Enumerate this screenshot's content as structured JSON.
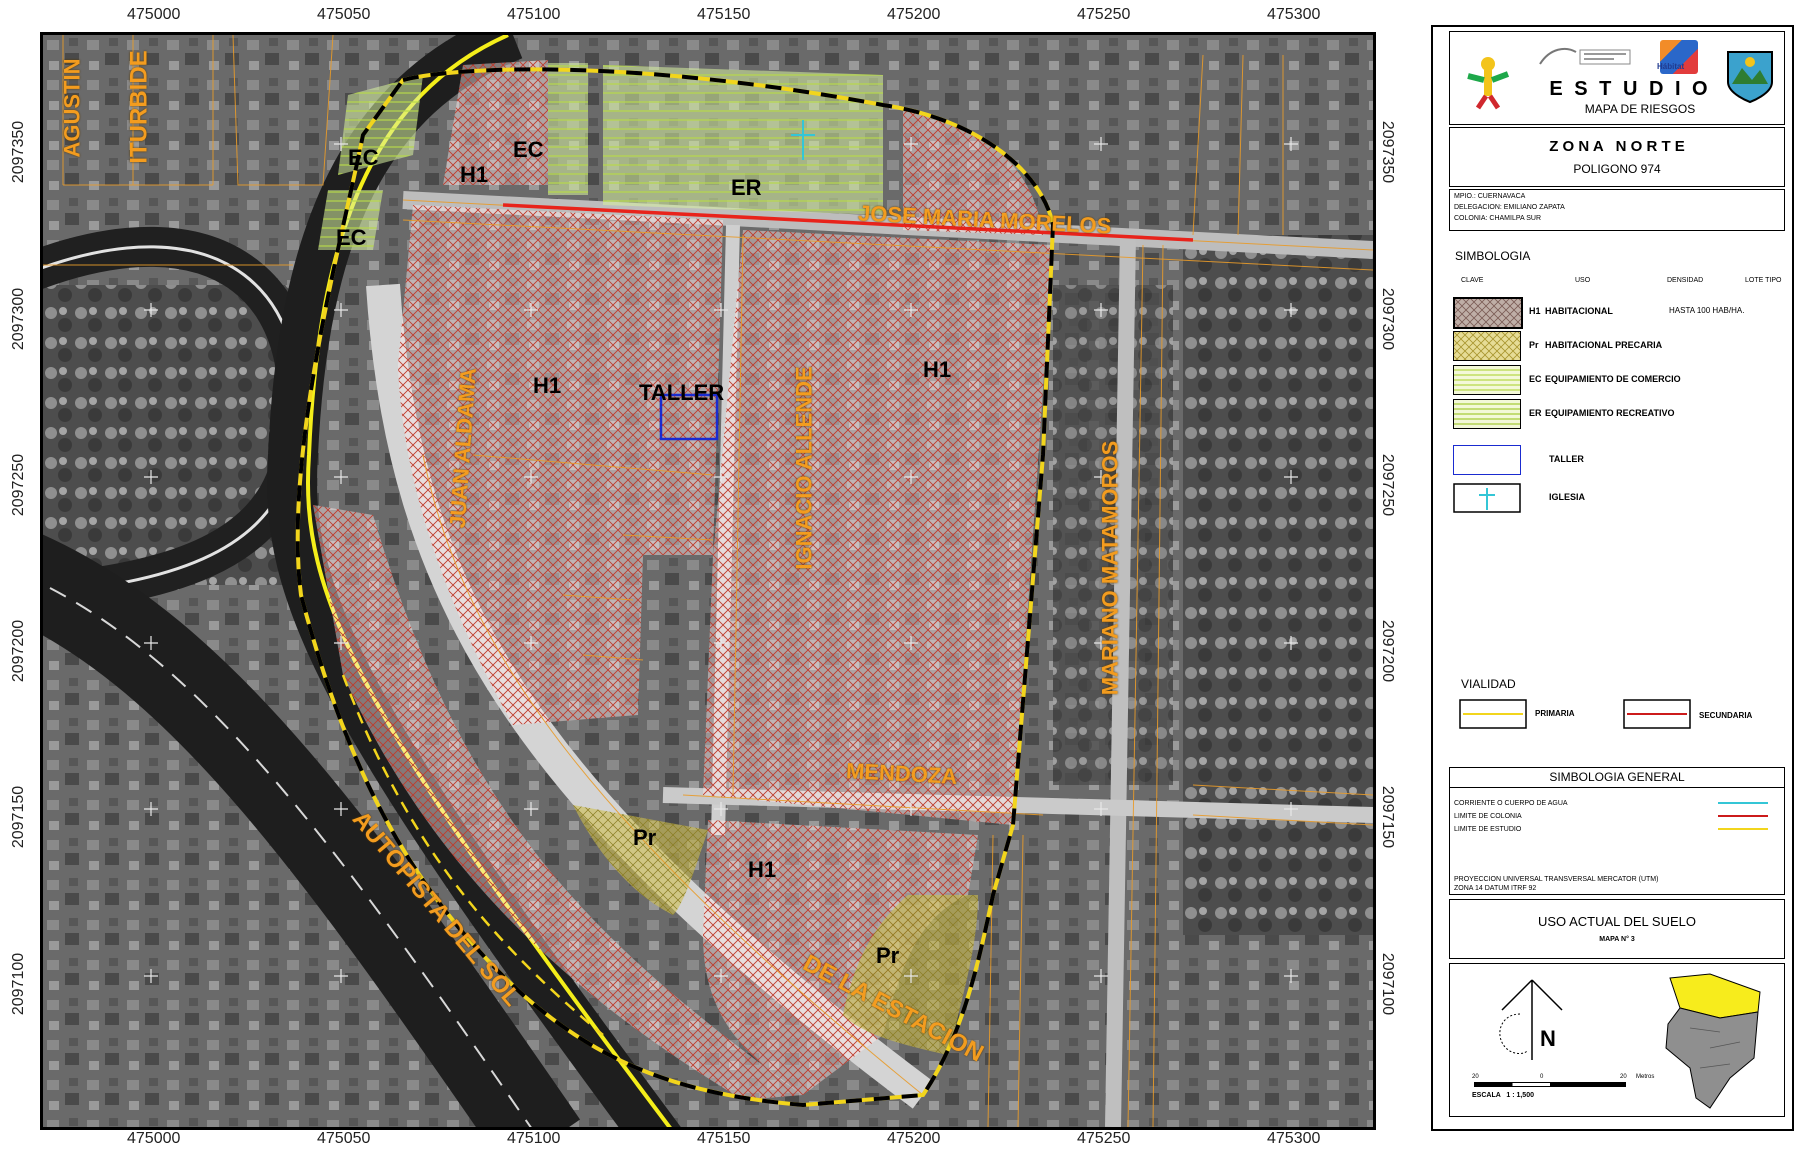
{
  "map": {
    "x_ticks_top": [
      "475000",
      "475050",
      "475100",
      "475150",
      "475200",
      "475250",
      "475300"
    ],
    "x_ticks_bottom": [
      "475000",
      "475050",
      "475100",
      "475150",
      "475200",
      "475250",
      "475300"
    ],
    "y_ticks_left": [
      "2097350",
      "2097300",
      "2097250",
      "2097200",
      "2097150",
      "2097100"
    ],
    "y_ticks_right": [
      "2097350",
      "2097300",
      "2097250",
      "2097200",
      "2097150",
      "2097100"
    ],
    "streets": {
      "agustin": "AGUSTIN",
      "iturbide": "ITURBIDE",
      "jose_maria_morelos": "JOSE MARIA MORELOS",
      "juan_aldama": "JUAN ALDAMA",
      "ignacio_allende": "IGNACIO ALLENDE",
      "mariano_matamoros": "MARIANO MATAMOROS",
      "mendoza": "MENDOZA",
      "autopista_del_sol": "AUTOPISTA DEL SOL",
      "de_la_estacion": "DE LA ESTACION"
    },
    "zones": {
      "ec_1": "EC",
      "ec_2": "EC",
      "ec_3": "EC",
      "h1_1": "H1",
      "er": "ER",
      "h1_2": "H1",
      "h1_3": "H1",
      "h1_4": "H1",
      "taller": "TALLER",
      "pr_1": "Pr",
      "pr_2": "Pr"
    }
  },
  "legend": {
    "header": {
      "title": "E S T U D I O",
      "subtitle": "MAPA DE RIESGOS"
    },
    "zone_box": {
      "title": "Z O N A   N O R T E",
      "subtitle": "POLIGONO 974"
    },
    "info_lines": [
      "MPIO.: CUERNAVACA",
      "DELEGACION: EMILIANO ZAPATA",
      "COLONIA: CHAMILPA SUR"
    ],
    "simbologia_title": "SIMBOLOGIA",
    "columns": {
      "clave": "CLAVE",
      "uso": "USO",
      "densidad": "DENSIDAD",
      "lote_tipo": "LOTE TIPO"
    },
    "items": [
      {
        "code": "H1",
        "use": "HABITACIONAL",
        "density": "HASTA 100 HAB/HA."
      },
      {
        "code": "Pr",
        "use": "HABITACIONAL PRECARIA",
        "density": ""
      },
      {
        "code": "EC",
        "use": "EQUIPAMIENTO DE COMERCIO",
        "density": ""
      },
      {
        "code": "ER",
        "use": "EQUIPAMIENTO RECREATIVO",
        "density": ""
      },
      {
        "code": "",
        "use": "TALLER",
        "density": ""
      },
      {
        "code": "",
        "use": "IGLESIA",
        "density": ""
      }
    ],
    "vialidad": {
      "title": "VIALIDAD",
      "primaria": "PRIMARIA",
      "secundaria": "SECUNDARIA"
    },
    "general": {
      "title": "SIMBOLOGIA GENERAL",
      "items": [
        "CORRIENTE O CUERPO DE AGUA",
        "LIMITE DE COLONIA",
        "LIMITE DE ESTUDIO"
      ],
      "projection": "PROYECCION UNIVERSAL TRANSVERSAL MERCATOR (UTM)",
      "datum": "ZONA 14   DATUM ITRF 92"
    },
    "uso_box": {
      "title": "USO ACTUAL DEL SUELO",
      "subtitle": "MAPA N° 3"
    },
    "north": {
      "letter": "N",
      "scale_start": "20",
      "scale_mid": "0",
      "scale_end": "20",
      "scale_unit": "Metros",
      "scale_text": "ESCALA   1 : 1,500"
    },
    "logo_text": "Hábitat",
    "colors": {
      "water": "#34c6d6",
      "colonia": "#cc1b1b",
      "estudio": "#f2d51c"
    }
  }
}
